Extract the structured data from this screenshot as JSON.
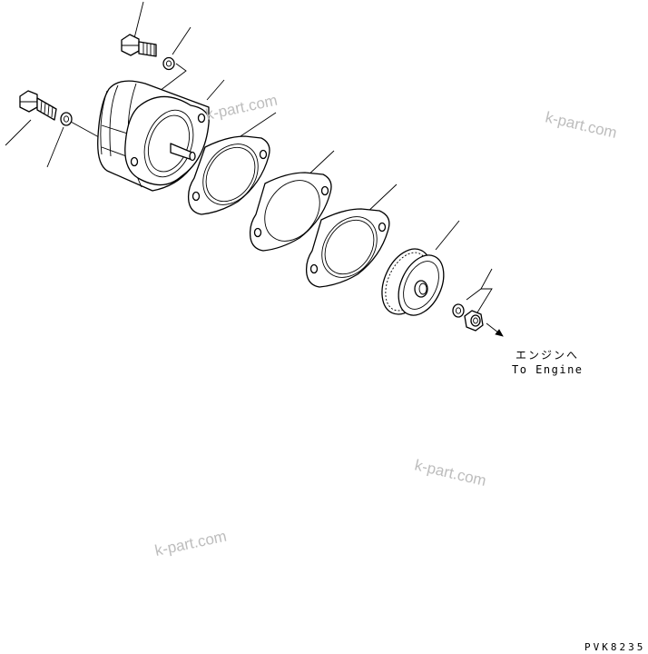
{
  "labels": {
    "to_engine_jp": "エンジンへ",
    "to_engine_en": "To Engine"
  },
  "watermark": "k-part.com",
  "drawing_code": "PVK8235"
}
